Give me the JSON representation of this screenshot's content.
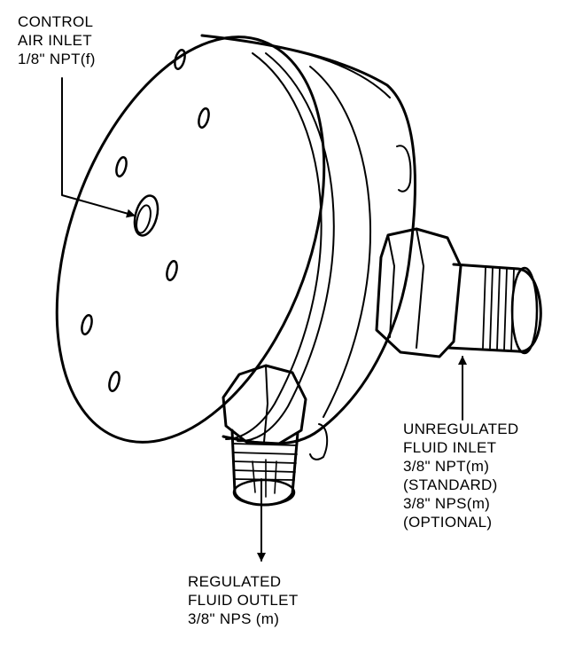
{
  "callouts": {
    "control_air_inlet": [
      "CONTROL",
      "AIR INLET",
      "1/8\" NPT(f)"
    ],
    "unregulated_fluid_inlet": [
      "UNREGULATED",
      "FLUID INLET",
      "3/8\" NPT(m)",
      "(STANDARD)",
      "3/8\" NPS(m)",
      "(OPTIONAL)"
    ],
    "regulated_fluid_outlet": [
      "REGULATED",
      "FLUID OUTLET",
      "3/8\" NPS (m)"
    ]
  },
  "colors": {
    "ink": "#000000",
    "paper": "#ffffff"
  },
  "icons": [
    "regulator-body-illustration",
    "leader-arrow"
  ]
}
